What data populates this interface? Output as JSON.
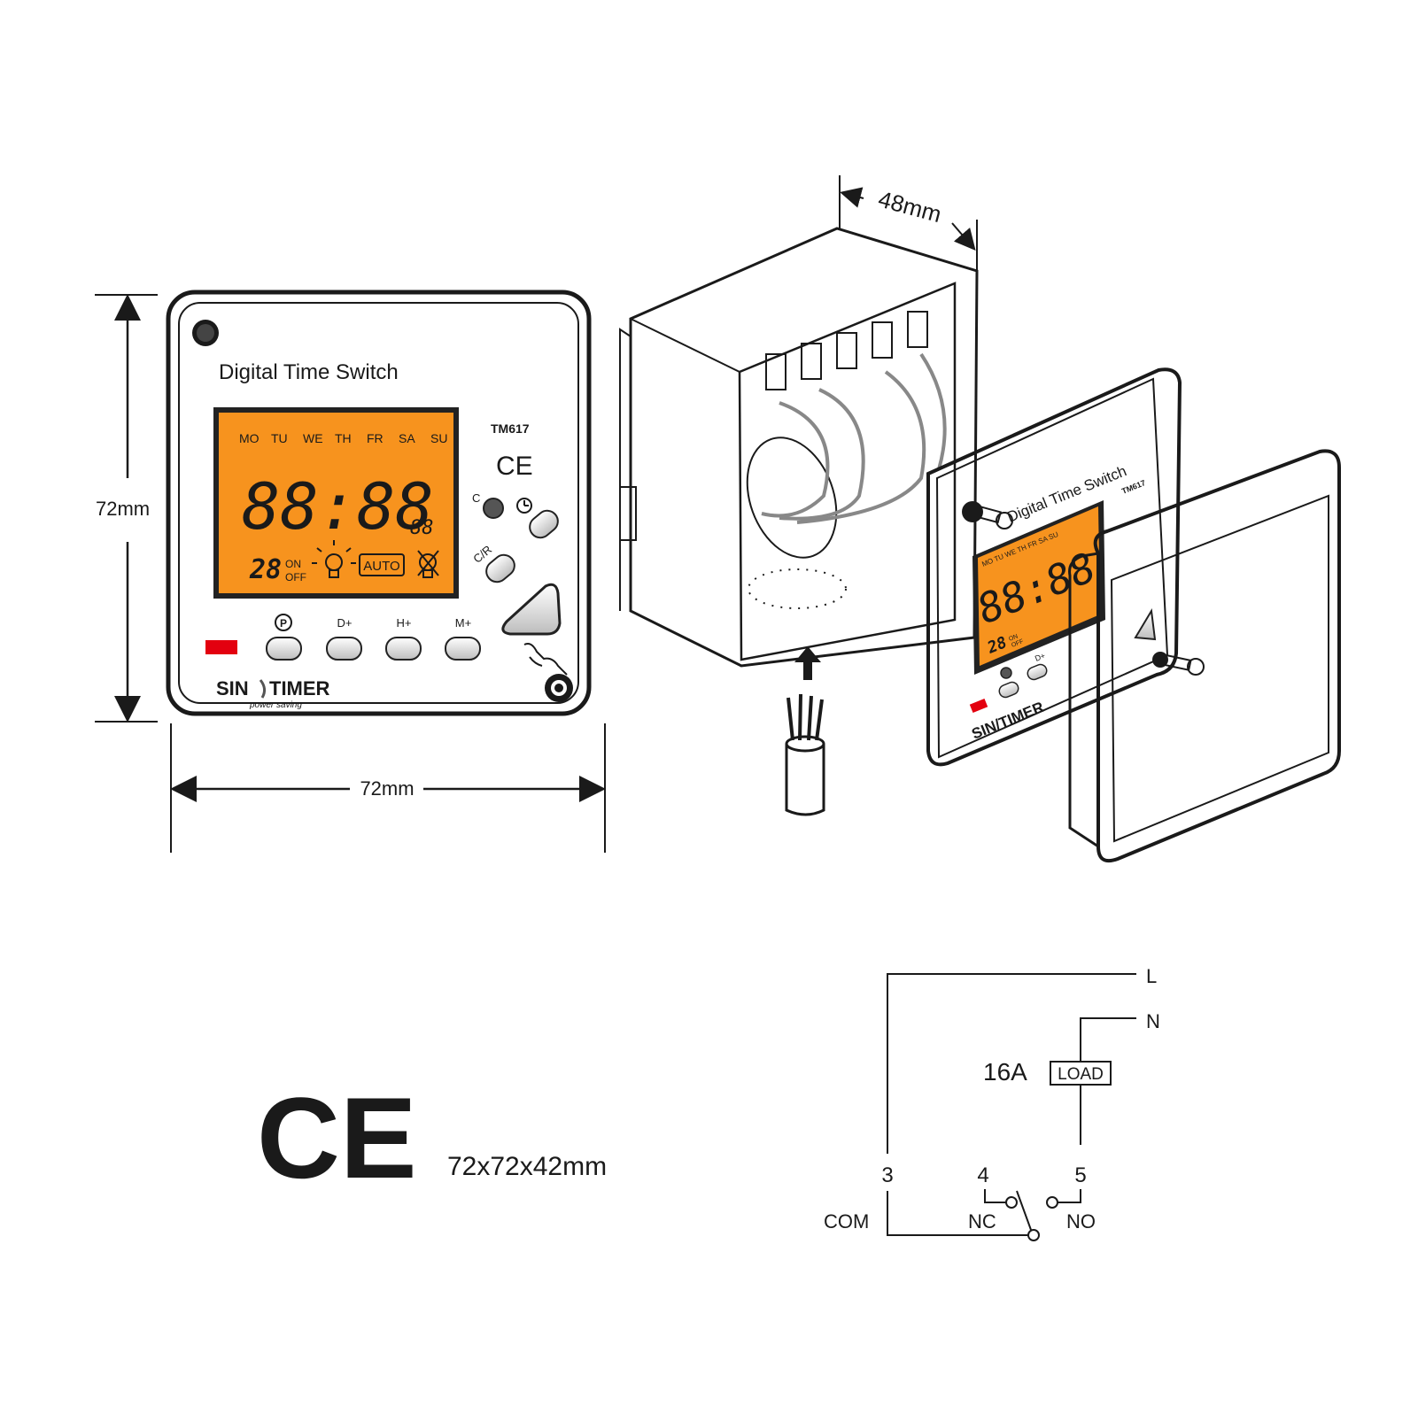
{
  "front_view": {
    "title": "Digital Time Switch",
    "model": "TM617",
    "ce_mark": "CE",
    "days": [
      "MO",
      "TU",
      "WE",
      "TH",
      "FR",
      "SA",
      "SU"
    ],
    "lcd_time": "88:88",
    "lcd_seconds": "88",
    "lcd_day_number": "28",
    "lcd_on": "ON",
    "lcd_off": "OFF",
    "lcd_mode": "AUTO",
    "lcd_color": "#f7931e",
    "btn_c": "C",
    "btn_cr": "C/R",
    "btn_p": "P",
    "btn_d": "D+",
    "btn_h": "H+",
    "btn_m": "M+",
    "brand_sin": "SIN",
    "brand_timer": "TIMER",
    "brand_tagline": "power saving",
    "led_color": "#e3000f"
  },
  "dimensions": {
    "height": "72mm",
    "width": "72mm",
    "depth": "48mm"
  },
  "exploded_view": {
    "title": "Digital Time Switch",
    "model": "TM617",
    "days": [
      "MO",
      "TU",
      "WE",
      "TH",
      "FR",
      "SA",
      "SU"
    ],
    "lcd_time": "88:88",
    "lcd_day_number": "28",
    "lcd_on": "ON",
    "lcd_off": "OFF",
    "btn_d": "D+",
    "brand_sin": "SIN",
    "brand_timer": "TIMER"
  },
  "ce_mark_large": "CE",
  "size_label": "72x72x42mm",
  "wiring": {
    "L": "L",
    "N": "N",
    "current": "16A",
    "load": "LOAD",
    "t3": "3",
    "t4": "4",
    "t5": "5",
    "com": "COM",
    "nc": "NC",
    "no": "NO"
  }
}
